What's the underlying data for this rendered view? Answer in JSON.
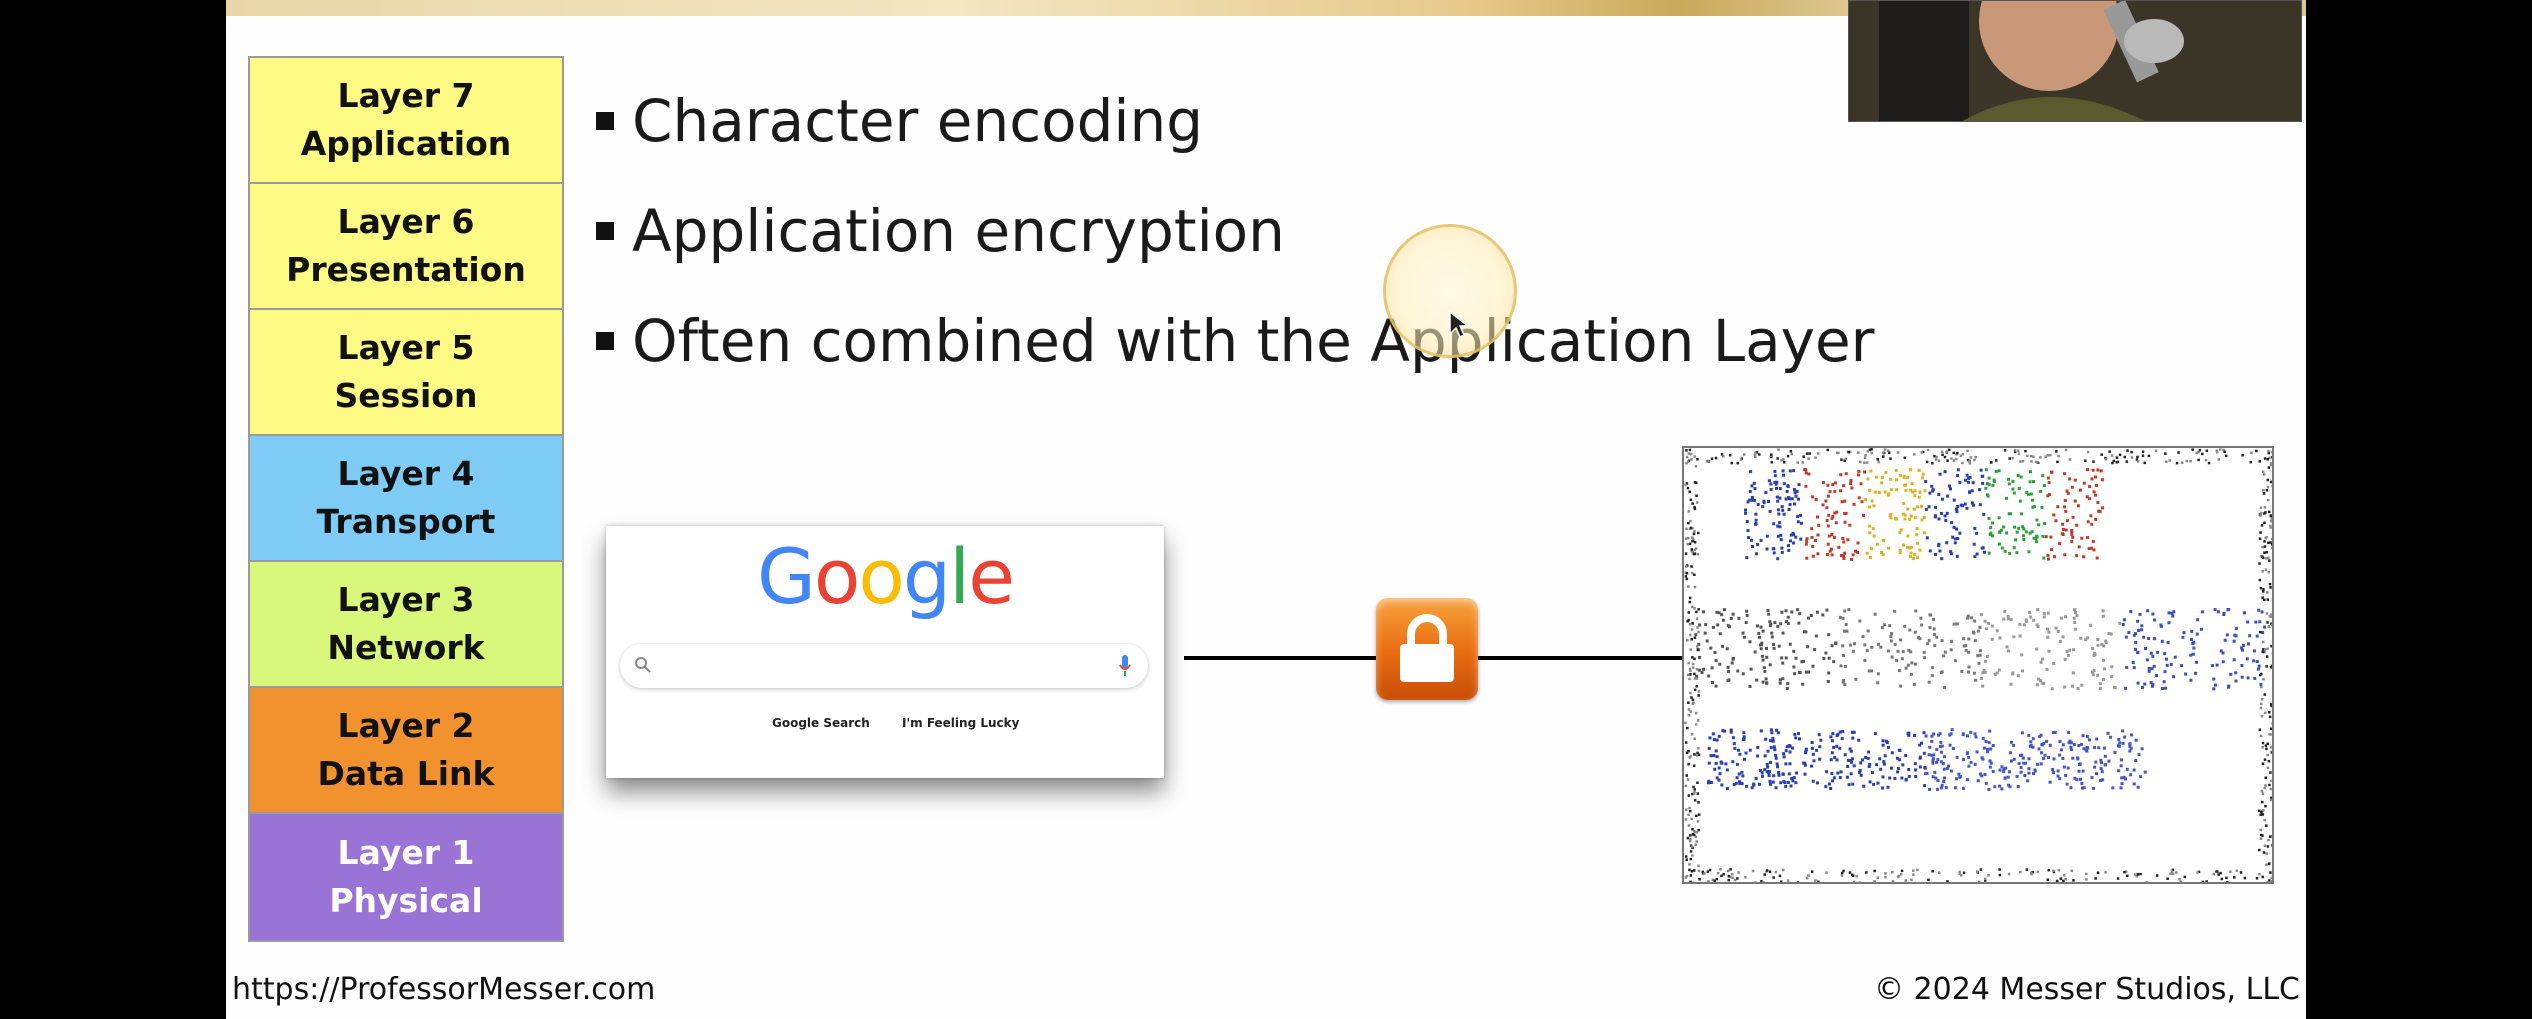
{
  "osi_layers": [
    {
      "number": "Layer 7",
      "name": "Application",
      "color": "#fdfb84"
    },
    {
      "number": "Layer 6",
      "name": "Presentation",
      "color": "#fdfb84"
    },
    {
      "number": "Layer 5",
      "name": "Session",
      "color": "#fdfb84"
    },
    {
      "number": "Layer 4",
      "name": "Transport",
      "color": "#7ecbf5"
    },
    {
      "number": "Layer 3",
      "name": "Network",
      "color": "#d8f77b"
    },
    {
      "number": "Layer 2",
      "name": "Data Link",
      "color": "#f2922f"
    },
    {
      "number": "Layer 1",
      "name": "Physical",
      "color": "#9973d6"
    }
  ],
  "bullets": [
    "Character encoding",
    "Application encryption",
    "Often combined with the Application Layer"
  ],
  "google_card": {
    "logo_letters": [
      "G",
      "o",
      "o",
      "g",
      "l",
      "e"
    ],
    "logo_colors": [
      "#4285f4",
      "#ea4335",
      "#fbbc05",
      "#4285f4",
      "#34a853",
      "#ea4335"
    ],
    "search_button": "Google Search",
    "lucky_button": "I'm Feeling Lucky"
  },
  "icons": [
    "search-icon",
    "mic-icon",
    "lock-icon",
    "arrow-right-icon",
    "cursor-icon"
  ],
  "footer": {
    "url": "https://ProfessorMesser.com",
    "copyright": "© 2024 Messer Studios, LLC"
  }
}
